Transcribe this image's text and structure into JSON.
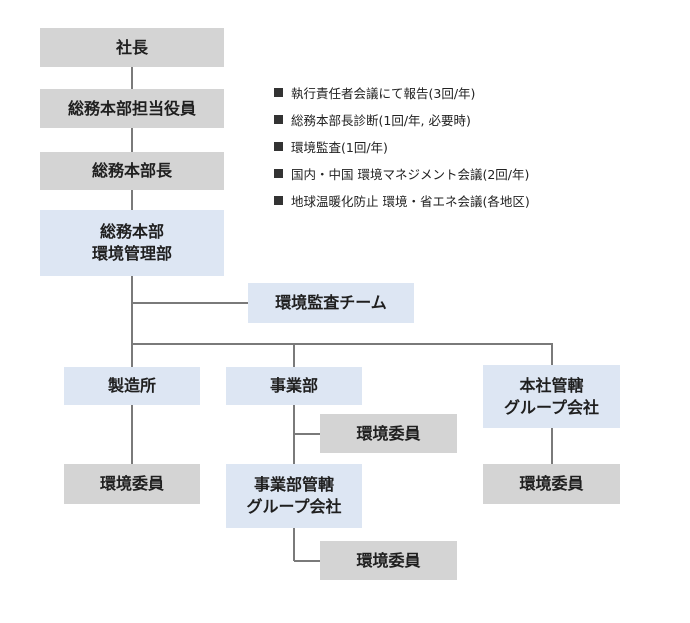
{
  "boxes": {
    "president": "社長",
    "ga_officer": "総務本部担当役員",
    "ga_head": "総務本部長",
    "ga_env_line1": "総務本部",
    "ga_env_line2": "環境管理部",
    "audit_team": "環境監査チーム",
    "manufacturing": "製造所",
    "manufacturing_committee": "環境委員",
    "business": "事業部",
    "business_committee": "環境委員",
    "business_group_line1": "事業部管轄",
    "business_group_line2": "グループ会社",
    "business_group_committee": "環境委員",
    "hq_group_line1": "本社管轄",
    "hq_group_line2": "グループ会社",
    "hq_group_committee": "環境委員"
  },
  "notes": [
    "執行責任者会議にて報告(3回/年)",
    "総務本部長診断(1回/年, 必要時)",
    "環境監査(1回/年)",
    "国内・中国 環境マネジメント会議(2回/年)",
    "地球温暖化防止 環境・省エネ会議(各地区)"
  ],
  "colors": {
    "gray_box": "#d4d4d4",
    "blue_box": "#dde6f3",
    "line": "#7a7a7a"
  }
}
